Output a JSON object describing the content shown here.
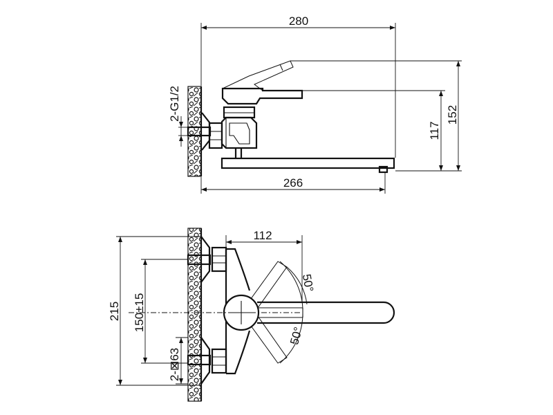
{
  "dimensions": {
    "side_total_length": "280",
    "side_spout_length": "266",
    "side_height_spout": "117",
    "side_height_lever": "152",
    "inlet_thread": "2-G1/2",
    "top_lever_offset": "112",
    "top_total_depth": "215",
    "top_inlet_spacing": "150±15",
    "top_flange": "2-⊠63",
    "swing_angle_upper": "50°",
    "swing_angle_lower": "50°"
  }
}
